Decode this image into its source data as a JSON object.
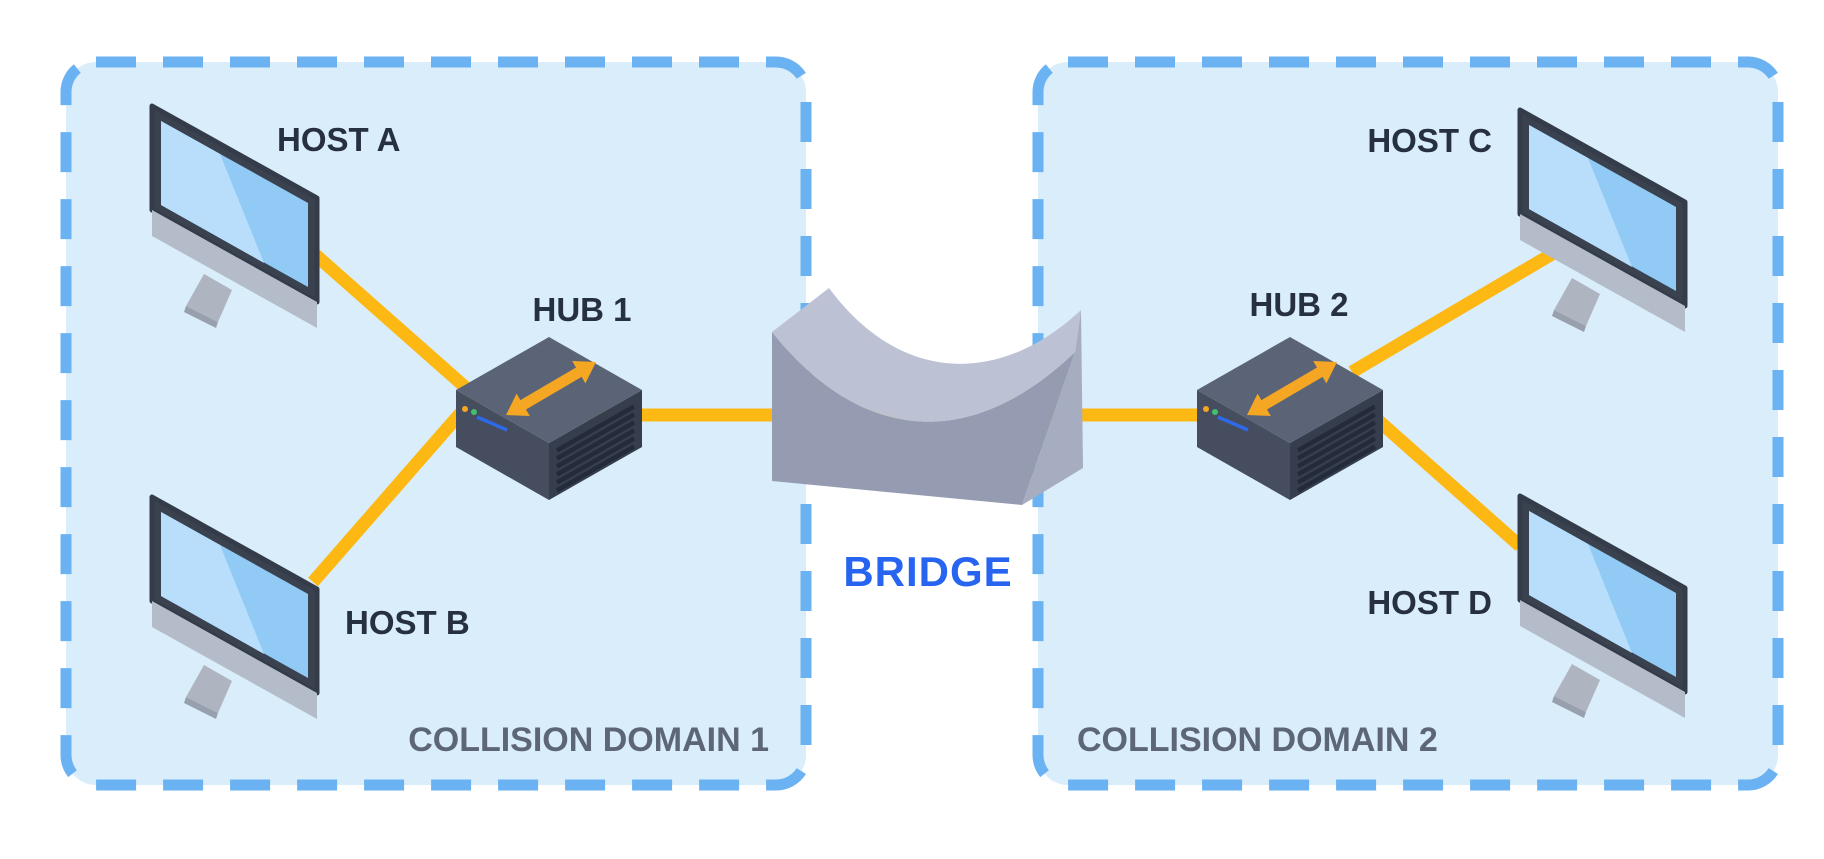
{
  "labels": {
    "host_a": "HOST A",
    "host_b": "HOST B",
    "host_c": "HOST C",
    "host_d": "HOST D",
    "hub_1": "HUB 1",
    "hub_2": "HUB 2",
    "bridge": "BRIDGE",
    "domain_1": "COLLISION DOMAIN 1",
    "domain_2": "COLLISION DOMAIN 2"
  },
  "topology": {
    "connector": "BRIDGE",
    "domains": [
      {
        "name": "COLLISION DOMAIN 1",
        "hub": "HUB 1",
        "hosts": [
          "HOST A",
          "HOST B"
        ]
      },
      {
        "name": "COLLISION DOMAIN 2",
        "hub": "HUB 2",
        "hosts": [
          "HOST C",
          "HOST D"
        ]
      }
    ]
  },
  "icons": {
    "host": "desktop-computer-icon",
    "hub": "network-hub-icon",
    "bridge": "bridge-arch-icon",
    "hub_arrow": "double-arrow-icon"
  },
  "colors": {
    "domain_fill": "#D9EDFB",
    "domain_border": "#6AB2F1",
    "cable_yellow": "#FDB813",
    "hub_arrow_orange": "#F5A623",
    "label_dark": "#273040",
    "domain_label_gray": "#5C6677",
    "bridge_label_blue": "#2765F0",
    "device_frame_dark": "#3A4250",
    "screen_blue": "#92CAF6",
    "screen_sheen": "#B9DEFB",
    "bridge_gray_front": "#959CB1",
    "bridge_gray_side": "#A6ADC0",
    "bridge_gray_top": "#BCC2D4"
  }
}
